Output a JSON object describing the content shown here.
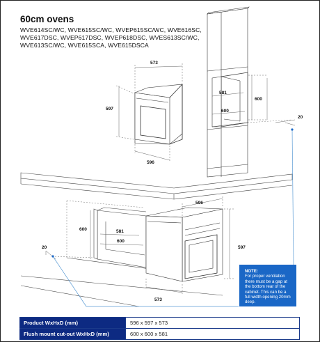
{
  "page": {
    "title": "60cm ovens",
    "models": "WVE614SC/WC, WVE615SC/WC, WVEP615SC/WC, WVE616SC, WVE617DSC, WVEP617DSC, WVEP618DSC, WVES613SC/WC, WVE613SC/WC, WVE615SCA, WVE615DSCA"
  },
  "dimensions": {
    "top_oven_depth": "573",
    "top_oven_height": "597",
    "top_oven_width": "596",
    "tall_cutout_width_inner": "581",
    "tall_cutout_height": "600",
    "tall_cutout_width": "600",
    "tall_gap": "20",
    "low_oven_width": "596",
    "low_cutout_height": "600",
    "low_cutout_width_inner": "581",
    "low_cutout_width": "600",
    "low_gap": "20",
    "low_oven_height": "597",
    "low_oven_depth": "573"
  },
  "note": {
    "title": "NOTE:",
    "text": "For proper ventilation there must be a gap at the bottom rear of the cabinet. This can be a full width opening 20mm deep."
  },
  "specs": [
    {
      "label": "Product WxHxD (mm)",
      "value": "596 x 597 x 573"
    },
    {
      "label": "Flush mount cut-out WxHxD (mm)",
      "value": "600 x 600 x 581"
    }
  ],
  "colors": {
    "accent_blue": "#1a67c6",
    "table_navy": "#0d2a82",
    "callout_line": "#5b9bd5"
  }
}
